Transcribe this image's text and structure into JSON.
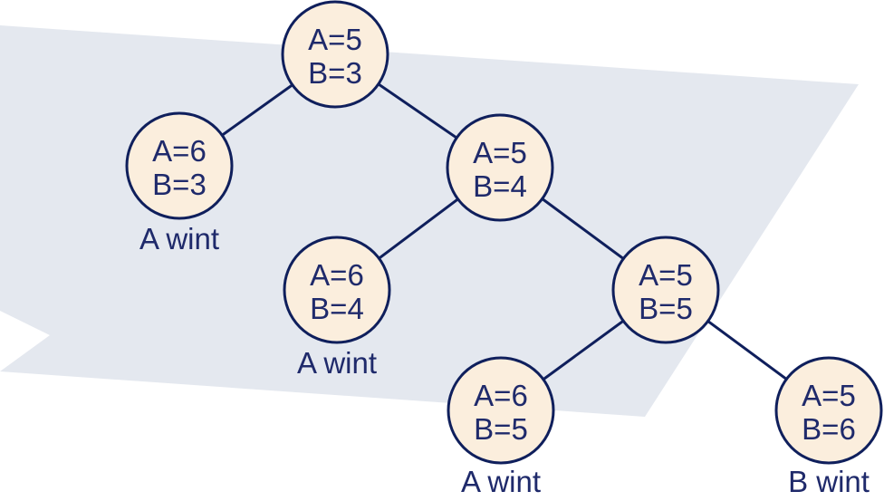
{
  "colors": {
    "band": "#e4e8ef",
    "node_fill": "#fbeedd",
    "node_stroke": "#0f1f5c",
    "edge": "#0f1f5c",
    "text": "#1f2a6b"
  },
  "nodes": [
    {
      "id": "root",
      "line1": "A=5",
      "line2": "B=3"
    },
    {
      "id": "a6b3",
      "line1": "A=6",
      "line2": "B=3",
      "result": "A wint"
    },
    {
      "id": "a5b4",
      "line1": "A=5",
      "line2": "B=4"
    },
    {
      "id": "a6b4",
      "line1": "A=6",
      "line2": "B=4",
      "result": "A wint"
    },
    {
      "id": "a5b5",
      "line1": "A=5",
      "line2": "B=5"
    },
    {
      "id": "a6b5",
      "line1": "A=6",
      "line2": "B=5",
      "result": "A wint"
    },
    {
      "id": "a5b6",
      "line1": "A=5",
      "line2": "B=6",
      "result": "B wint"
    }
  ],
  "edges": [
    [
      "root",
      "a6b3"
    ],
    [
      "root",
      "a5b4"
    ],
    [
      "a5b4",
      "a6b4"
    ],
    [
      "a5b4",
      "a5b5"
    ],
    [
      "a5b5",
      "a6b5"
    ],
    [
      "a5b5",
      "a5b6"
    ]
  ]
}
